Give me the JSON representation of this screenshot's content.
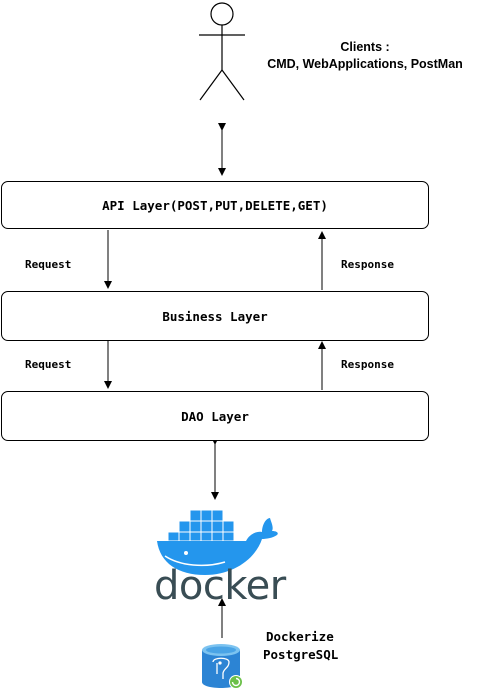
{
  "clients": {
    "title": "Clients :",
    "subtitle": "CMD, WebApplications, PostMan"
  },
  "layers": {
    "api": "API Layer(POST,PUT,DELETE,GET)",
    "business": "Business Layer",
    "dao": "DAO Layer"
  },
  "flow": {
    "request_1": "Request",
    "response_1": "Response",
    "request_2": "Request",
    "response_2": "Response"
  },
  "docker": {
    "logo_text": "docker"
  },
  "database": {
    "line1": "Dockerize",
    "line2": "PostgreSQL"
  },
  "colors": {
    "docker_blue": "#2496ed",
    "docker_text": "#394d54",
    "postgres_blue": "#336791",
    "db_badge_green": "#6cc04a"
  }
}
